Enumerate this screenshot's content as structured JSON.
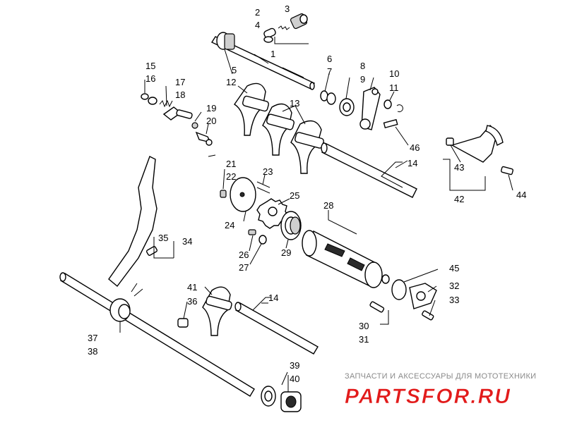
{
  "callouts": {
    "c1": "1",
    "c2": "2",
    "c3": "3",
    "c4": "4",
    "c5": "5",
    "c6": "6",
    "c7": "7",
    "c8": "8",
    "c9": "9",
    "c10": "10",
    "c11": "11",
    "c12": "12",
    "c13": "13",
    "c14": "14",
    "c15": "15",
    "c16": "16",
    "c17": "17",
    "c18": "18",
    "c19": "19",
    "c20": "20",
    "c21": "21",
    "c22": "22",
    "c23": "23",
    "c24": "24",
    "c25": "25",
    "c26": "26",
    "c27": "27",
    "c28": "28",
    "c29": "29",
    "c30": "30",
    "c31": "31",
    "c32": "32",
    "c33": "33",
    "c34": "34",
    "c35": "35",
    "c36": "36",
    "c37": "37",
    "c38": "38",
    "c39": "39",
    "c40": "40",
    "c41": "41",
    "c42": "42",
    "c43": "43",
    "c44": "44",
    "c45": "45",
    "c46": "46"
  },
  "watermark": {
    "tagline": "ЗАПЧАСТИ И АКСЕССУАРЫ ДЛЯ МОТОТЕХНИКИ",
    "logo_part1": "PARTS",
    "logo_part2": "FOR",
    "logo_part3": ".RU",
    "logo_color": "#e21b1b",
    "logo_outline": "#ffffff"
  }
}
